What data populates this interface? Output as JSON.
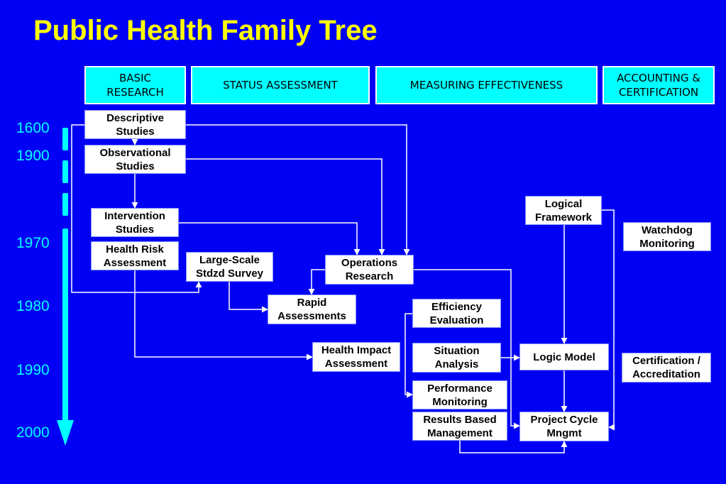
{
  "title": "Public Health Family Tree",
  "colors": {
    "background": "#0000f5",
    "title": "#ffff00",
    "header_fill": "#00ffff",
    "node_fill": "#ffffff",
    "connector": "#ffffff",
    "timeline": "#00ffff"
  },
  "headers": [
    "BASIC\nRESEARCH",
    "STATUS ASSESSMENT",
    "MEASURING EFFECTIVENESS",
    "ACCOUNTING &\nCERTIFICATION"
  ],
  "years": [
    "1600",
    "1900",
    "1970",
    "1980",
    "1990",
    "2000"
  ],
  "nodes": {
    "descriptive": "Descriptive\nStudies",
    "observational": "Observational\nStudies",
    "intervention": "Intervention\nStudies",
    "health_risk": "Health Risk\nAssessment",
    "large_scale": "Large-Scale\nStdzd Survey",
    "operations": "Operations\nResearch",
    "rapid": "Rapid\nAssessments",
    "health_impact": "Health Impact\nAssessment",
    "efficiency": "Efficiency\nEvaluation",
    "situation": "Situation\nAnalysis",
    "performance": "Performance\nMonitoring",
    "results": "Results Based\nManagement",
    "logical_framework": "Logical\nFramework",
    "logic_model": "Logic Model",
    "project_cycle": "Project Cycle\nMngmt",
    "watchdog": "Watchdog\nMonitoring",
    "certification": "Certification /\nAccreditation"
  }
}
